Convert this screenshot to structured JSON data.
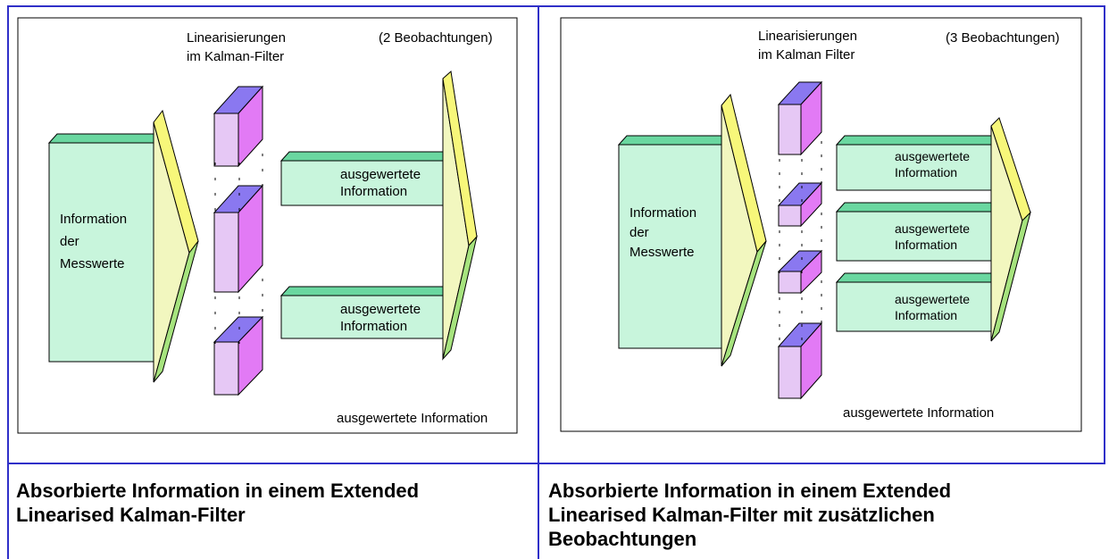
{
  "colors": {
    "grid": "#2f2fc8",
    "big_block_front": "#c8f5dc",
    "big_block_top": "#6ad7a0",
    "info_block_front": "#c8f5dc",
    "info_block_top": "#6ad7a0",
    "funnel_front": "#f2f7bf",
    "funnel_upper": "#f7f77a",
    "funnel_lower": "#a6e37e",
    "cube_front": "#e6c8f5",
    "cube_top": "#8a78f0",
    "cube_side": "#e27af5"
  },
  "left": {
    "heading": [
      "Linearisierungen",
      "im Kalman-Filter"
    ],
    "count": "(2 Beobachtungen)",
    "source_label": [
      "Information",
      "der",
      "Messwerte"
    ],
    "info_blocks": [
      [
        "ausgewertete",
        "Information"
      ],
      [
        "ausgewertete",
        "Information"
      ]
    ],
    "result_label": "ausgewertete Information",
    "caption": [
      "Absorbierte Information in einem Extended",
      "Linearised Kalman-Filter"
    ]
  },
  "right": {
    "heading": [
      "Linearisierungen",
      "im Kalman Filter"
    ],
    "count": "(3 Beobachtungen)",
    "source_label": [
      "Information",
      "der",
      "Messwerte"
    ],
    "info_blocks": [
      [
        "ausgewertete",
        "Information"
      ],
      [
        "ausgewertete",
        "Information"
      ],
      [
        "ausgewertete",
        "Information"
      ]
    ],
    "result_label": "ausgewertete Information",
    "caption": [
      "Absorbierte Information in einem Extended",
      "Linearised Kalman-Filter mit zusätzlichen",
      "Beobachtungen"
    ]
  }
}
